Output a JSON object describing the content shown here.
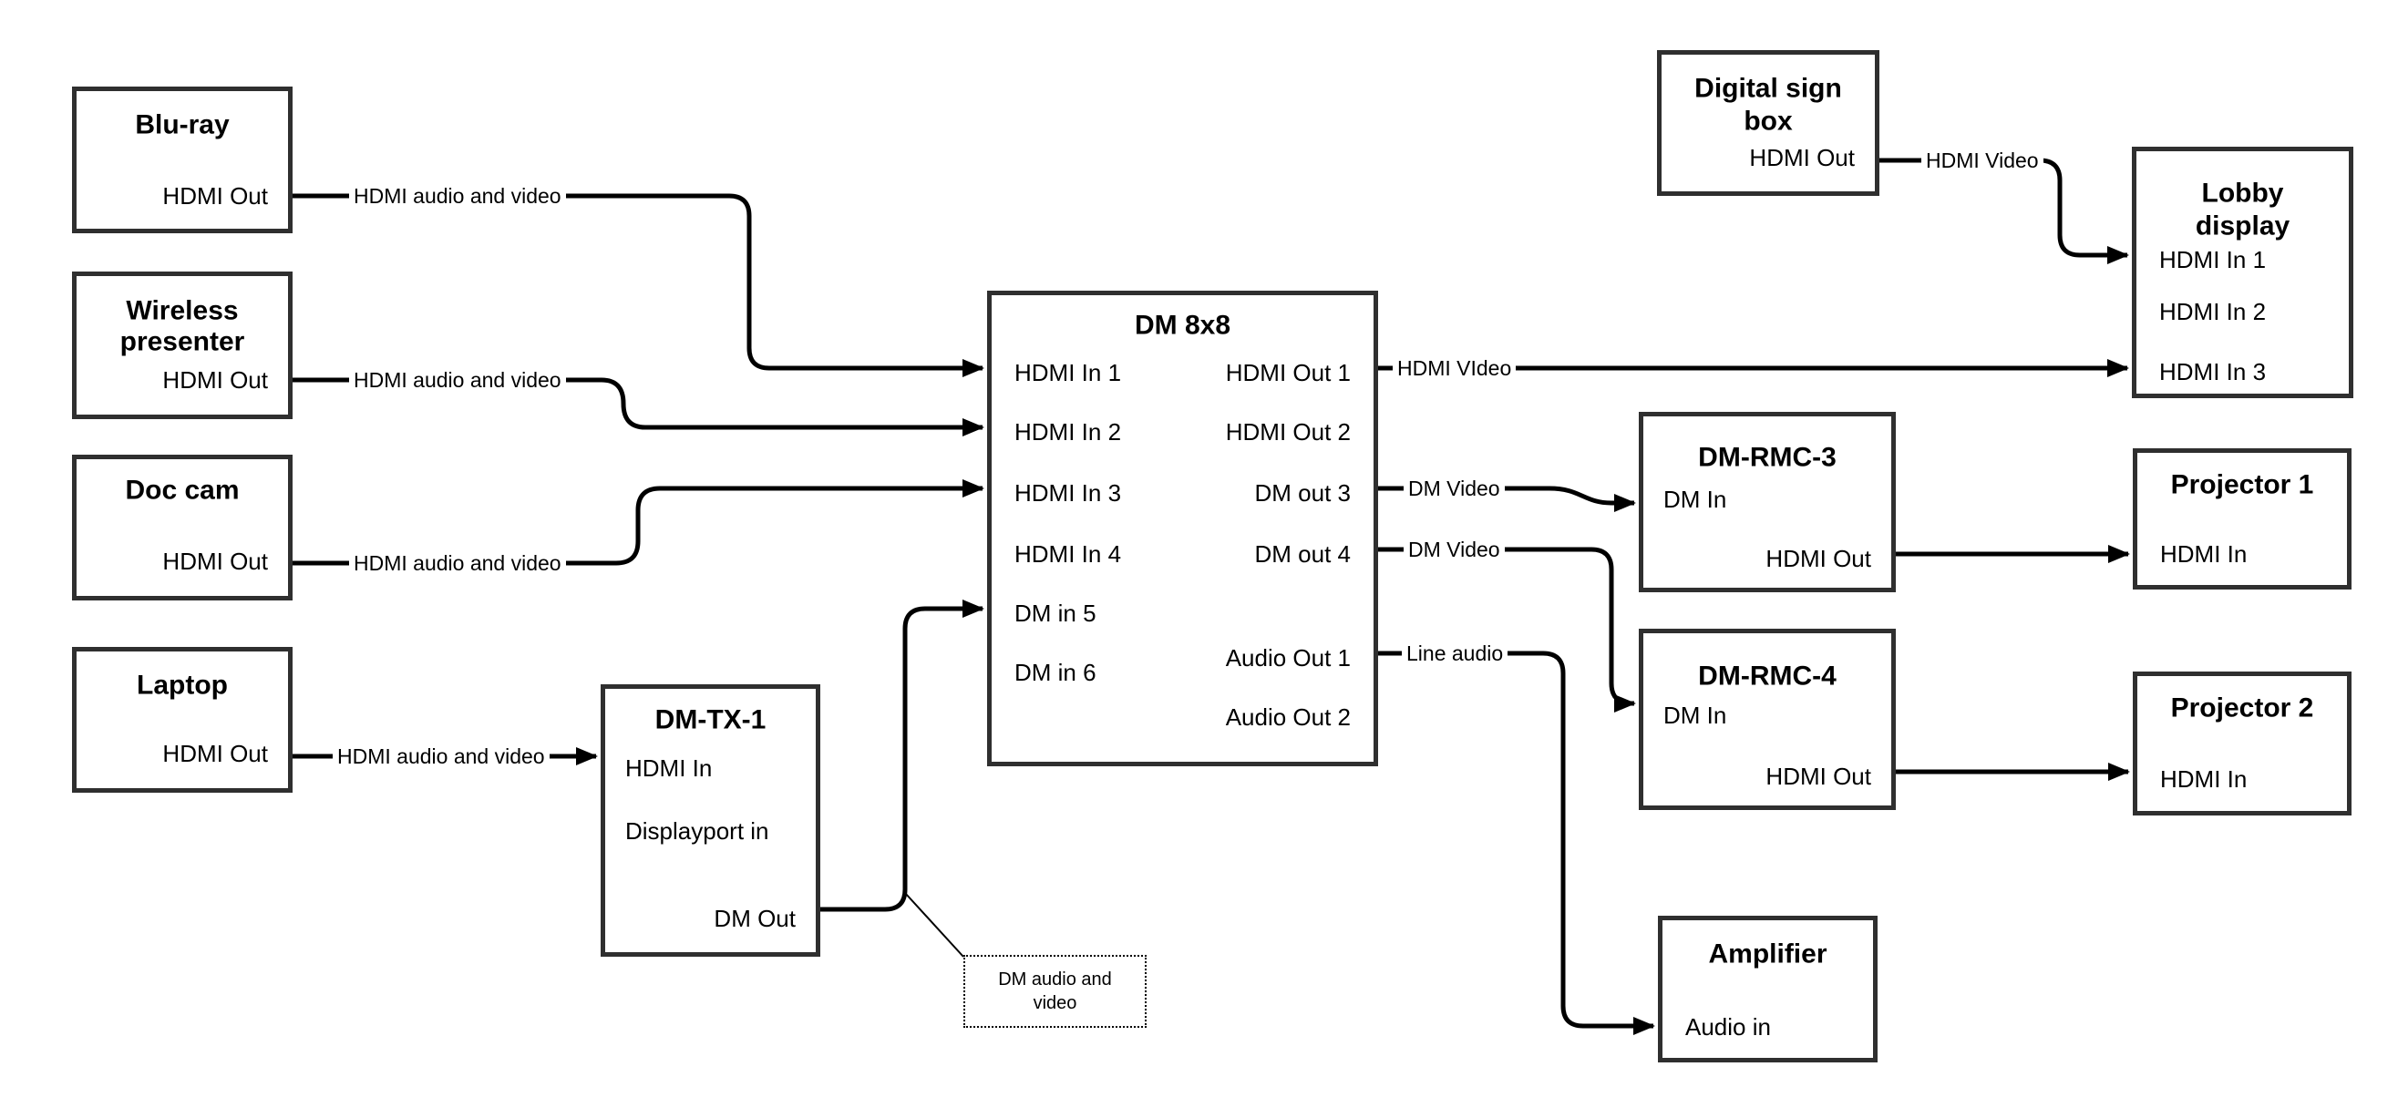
{
  "nodes": {
    "bluray": {
      "title": "Blu-ray",
      "port_hdmi_out": "HDMI Out"
    },
    "wireless": {
      "title_line1": "Wireless",
      "title_line2": "presenter",
      "port_hdmi_out": "HDMI Out"
    },
    "doccam": {
      "title": "Doc cam",
      "port_hdmi_out": "HDMI Out"
    },
    "laptop": {
      "title": "Laptop",
      "port_hdmi_out": "HDMI Out"
    },
    "dmtx1": {
      "title": "DM-TX-1",
      "port_hdmi_in": "HDMI In",
      "port_dp_in": "Displayport in",
      "port_dm_out": "DM Out"
    },
    "dm8x8": {
      "title": "DM 8x8",
      "in1": "HDMI In 1",
      "in2": "HDMI In 2",
      "in3": "HDMI In 3",
      "in4": "HDMI In 4",
      "in5": "DM in 5",
      "in6": "DM in 6",
      "out1": "HDMI Out 1",
      "out2": "HDMI Out 2",
      "out3": "DM out 3",
      "out4": "DM out 4",
      "aout1": "Audio Out 1",
      "aout2": "Audio Out 2"
    },
    "digitalsign": {
      "title_line1": "Digital sign",
      "title_line2": "box",
      "port_hdmi_out": "HDMI Out"
    },
    "lobby": {
      "title_line1": "Lobby",
      "title_line2": "display",
      "in1": "HDMI In 1",
      "in2": "HDMI In 2",
      "in3": "HDMI In 3"
    },
    "dmrmc3": {
      "title": "DM-RMC-3",
      "port_dm_in": "DM In",
      "port_hdmi_out": "HDMI Out"
    },
    "dmrmc4": {
      "title": "DM-RMC-4",
      "port_dm_in": "DM In",
      "port_hdmi_out": "HDMI Out"
    },
    "proj1": {
      "title": "Projector 1",
      "port_hdmi_in": "HDMI In"
    },
    "proj2": {
      "title": "Projector 2",
      "port_hdmi_in": "HDMI In"
    },
    "amp": {
      "title": "Amplifier",
      "port_audio_in": "Audio in"
    }
  },
  "labels": {
    "bluray_link": "HDMI audio and video",
    "wireless_link": "HDMI audio and video",
    "doccam_link": "HDMI audio and video",
    "laptop_link": "HDMI audio and video",
    "hdmi_video_long": "HDMI VIdeo",
    "dm_video_3": "DM Video",
    "dm_video_4": "DM Video",
    "line_audio": "Line audio",
    "hdmi_video_sign": "HDMI Video",
    "callout": "DM audio and video"
  },
  "colors": {
    "wire": "#000000",
    "box_border": "#2f2f2f",
    "background": "#ffffff",
    "text": "#000000"
  }
}
